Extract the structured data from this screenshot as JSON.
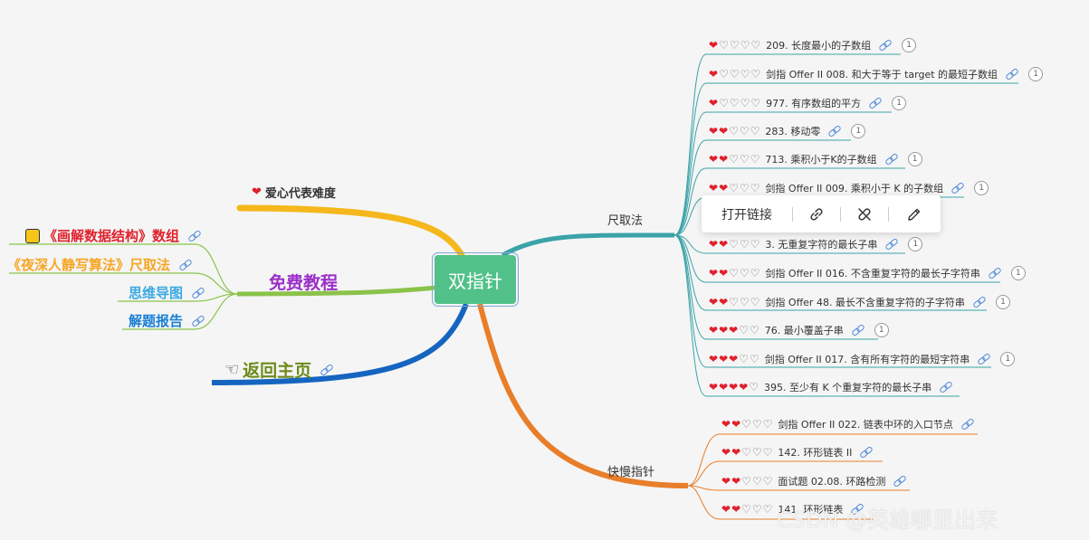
{
  "central_topic": "双指针",
  "legend_label": "爱心代表难度",
  "free_tutorial": {
    "title": "免费教程",
    "items": [
      {
        "label": "《画解数据结构》数组",
        "color": "#e0212c"
      },
      {
        "label": "《夜深人静写算法》尺取法",
        "color": "#f5a623"
      },
      {
        "label": "思维导图",
        "color": "#3aa9e0"
      },
      {
        "label": "解题报告",
        "color": "#1a7fd6"
      }
    ]
  },
  "back_home": "返回主页",
  "branches": {
    "two_pointer_window": {
      "label": "尺取法",
      "leaves": [
        {
          "difficulty": 1,
          "title": "209. 长度最小的子数组",
          "badge": "1"
        },
        {
          "difficulty": 1,
          "title": "剑指 Offer II 008. 和大于等于 target 的最短子数组",
          "badge": "1"
        },
        {
          "difficulty": 1,
          "title": "977. 有序数组的平方",
          "badge": "1"
        },
        {
          "difficulty": 2,
          "title": "283. 移动零",
          "badge": "1"
        },
        {
          "difficulty": 2,
          "title": "713. 乘积小于K的子数组",
          "badge": "1"
        },
        {
          "difficulty": 2,
          "title": "剑指 Offer II 009. 乘积小于 K 的子数组",
          "badge": "1"
        },
        {
          "difficulty": 2,
          "title": "3. 无重复字符的最长子串",
          "badge": "1"
        },
        {
          "difficulty": 2,
          "title": "剑指 Offer II 016. 不含重复字符的最长子字符串",
          "badge": "1"
        },
        {
          "difficulty": 2,
          "title": "剑指 Offer 48. 最长不含重复字符的子字符串",
          "badge": "1"
        },
        {
          "difficulty": 3,
          "title": "76. 最小覆盖子串",
          "badge": "1"
        },
        {
          "difficulty": 3,
          "title": "剑指 Offer II 017. 含有所有字符的最短字符串",
          "badge": "1"
        },
        {
          "difficulty": 4,
          "title": "395. 至少有 K 个重复字符的最长子串",
          "badge": ""
        }
      ]
    },
    "fast_slow": {
      "label": "快慢指针",
      "leaves": [
        {
          "difficulty": 2,
          "title": "剑指 Offer II 022. 链表中环的入口节点"
        },
        {
          "difficulty": 2,
          "title": "142. 环形链表 II"
        },
        {
          "difficulty": 2,
          "title": "面试题 02.08. 环路检测"
        },
        {
          "difficulty": 2,
          "title": "141. 环形链表"
        }
      ]
    }
  },
  "toolbar": {
    "open_link": "打开链接",
    "icons": [
      "link-icon",
      "unlink-icon",
      "edit-icon"
    ]
  },
  "watermark": "CSDN @英雄哪里出来",
  "colors": {
    "central": "#52c189",
    "teal_branch": "#3ba3a8",
    "orange_branch": "#e87e2a",
    "yellow_branch": "#f5b71b",
    "green_branch": "#8bc34a",
    "blue_branch": "#1565c0",
    "purple_title": "#9b2fc9",
    "olive_text": "#6d8b1a"
  }
}
